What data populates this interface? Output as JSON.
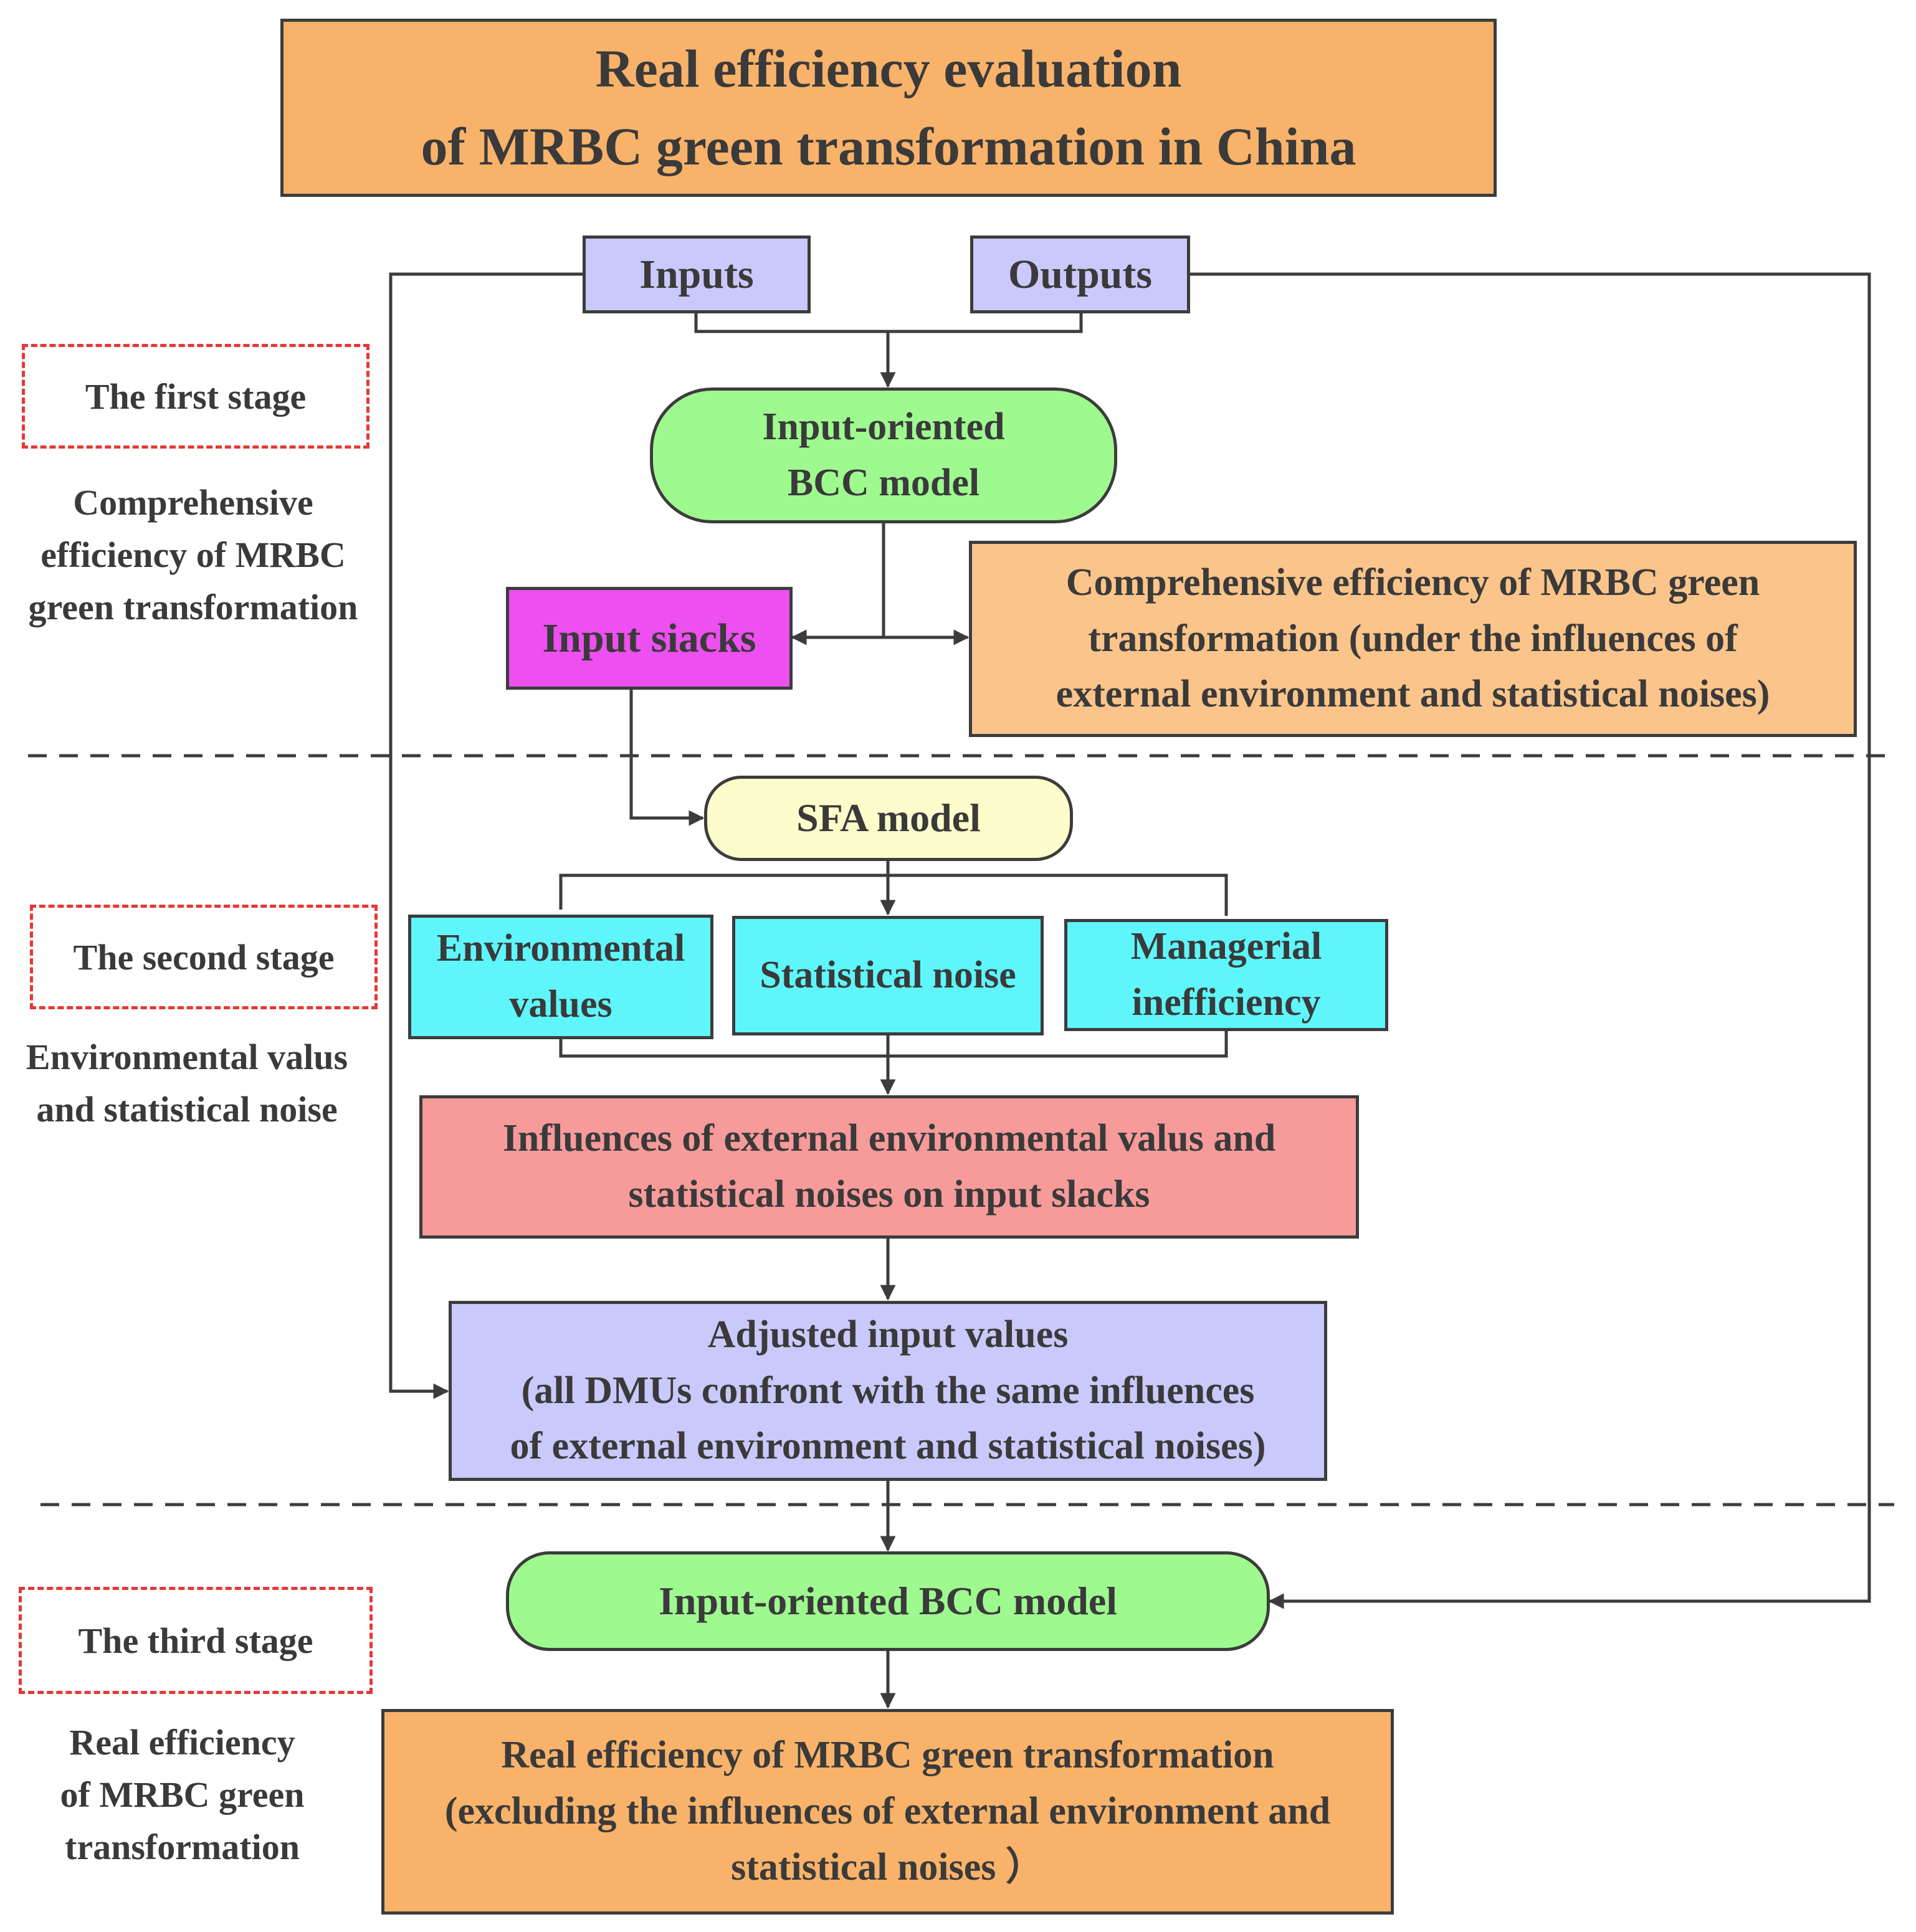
{
  "title": "Real efficiency evaluation\nof MRBC green transformation in China",
  "nodes": {
    "inputs": "Inputs",
    "outputs": "Outputs",
    "bcc_first": "Input-oriented\nBCC model",
    "input_slacks": "Input siacks",
    "comprehensive_efficiency": "Comprehensive efficiency of MRBC green\ntransformation (under the influences of\nexternal environment and statistical noises)",
    "sfa_model": "SFA model",
    "environmental_values": "Environmental\nvalues",
    "statistical_noise": "Statistical noise",
    "managerial_inefficiency": "Managerial\ninefficiency",
    "influences": "Influences of external environmental valus and\nstatistical noises on input slacks",
    "adjusted_inputs": "Adjusted input values\n(all DMUs confront with the same influences\nof external environment and statistical noises)",
    "bcc_third": "Input-oriented BCC model",
    "real_efficiency": "Real efficiency of MRBC green transformation\n(excluding the influences of external environment and\nstatistical noises ）"
  },
  "stages": [
    {
      "name": "The first stage",
      "description": "Comprehensive\nefficiency of MRBC\ngreen transformation"
    },
    {
      "name": "The second stage",
      "description": "Environmental valus\nand statistical noise"
    },
    {
      "name": "The third stage",
      "description": "Real efficiency\nof MRBC green\ntransformation"
    }
  ],
  "colors": {
    "orange": "#f8b26a",
    "orange_light": "#fbc48a",
    "lavender": "#c9c9fb",
    "green": "#9ef98f",
    "magenta": "#ee4ff0",
    "yellow": "#fdfccb",
    "cyan": "#5ef6fb",
    "red": "#f79a9a",
    "stage_border": "#e53935",
    "line": "#3c3c3c"
  }
}
